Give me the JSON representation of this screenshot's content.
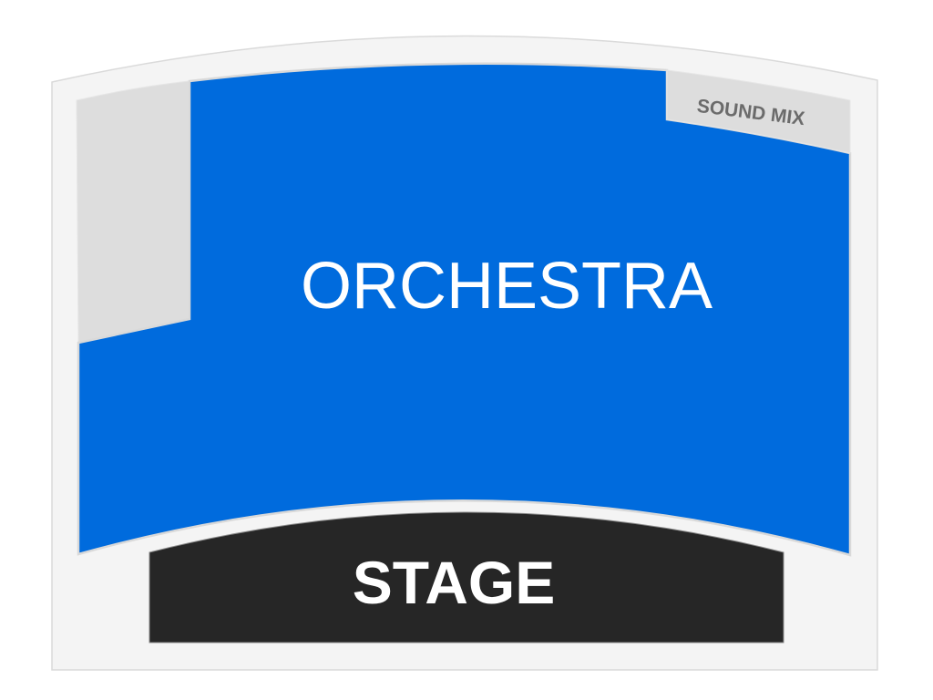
{
  "venue_map": {
    "sections": {
      "orchestra": {
        "label": "ORCHESTRA",
        "color": "#006BDD"
      },
      "sound_mix": {
        "label": "SOUND MIX",
        "color": "#DDDDDD",
        "text_color": "#6B6B6B"
      },
      "left_unavailable": {
        "label": "",
        "color": "#DDDDDD"
      },
      "stage": {
        "label": "STAGE",
        "color": "#262626",
        "text_color": "#FFFFFF"
      }
    },
    "frame_color": "#F4F4F4",
    "frame_border": "#DADADA"
  }
}
